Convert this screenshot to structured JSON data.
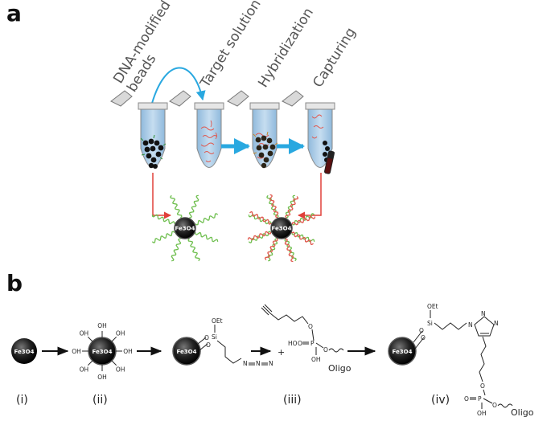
{
  "panel_a": {
    "letter": "a",
    "step_labels": [
      "DNA-modified",
      "beads",
      "Target solution",
      "Hybridization",
      "Capturing"
    ],
    "bead_label": "Fe3O4"
  },
  "panel_b": {
    "letter": "b",
    "stage_labels": [
      "(i)",
      "(ii)",
      "(iii)",
      "(iv)"
    ],
    "bead_label": "Fe3O4",
    "hydroxyl": "OH",
    "ethoxy": "OEt",
    "silicon": "Si",
    "oxygen": "O",
    "phosphorus": "P",
    "hydroxy_prefix": "HO",
    "plus": "+",
    "oligo": "Oligo",
    "azide": [
      "N",
      "N",
      "N"
    ],
    "triazole_n": [
      "N",
      "N",
      "N"
    ]
  },
  "colors": {
    "arrow_blue": "#29a8e0",
    "red_connector": "#e0403a",
    "bead_black": "#111111",
    "dna_green": "#6fbf4f",
    "dna_red": "#e0574d",
    "tube_liquid": "#a9cbe6"
  }
}
